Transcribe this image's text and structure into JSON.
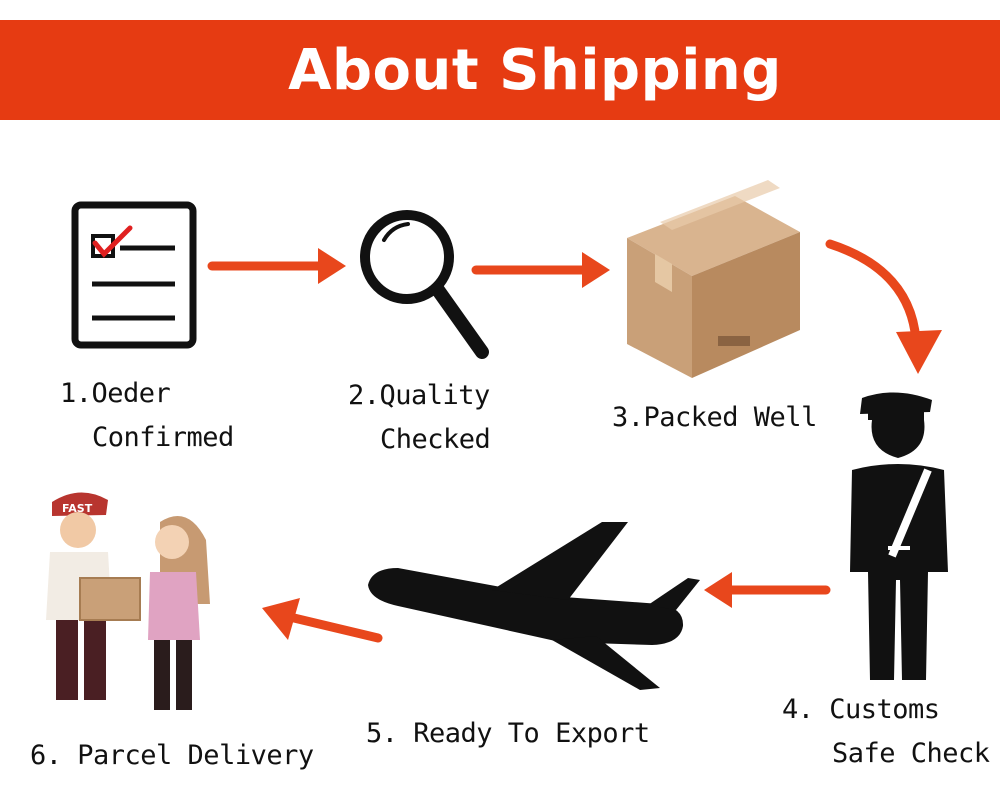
{
  "header": {
    "title": "About Shipping"
  },
  "colors": {
    "banner": "#e63b12",
    "arrow": "#e8471c",
    "icon": "#111111",
    "box": "#c9a078",
    "check": "#e02020"
  },
  "cap_text": "FAST",
  "steps": [
    {
      "line1": "1.Oeder",
      "line2": "Confirmed",
      "icon": "checklist-icon"
    },
    {
      "line1": "2.Quality",
      "line2": "Checked",
      "icon": "magnifier-icon"
    },
    {
      "line1": "3.Packed Well",
      "line2": "",
      "icon": "cardboard-box-icon"
    },
    {
      "line1": "4. Customs",
      "line2": "Safe Check",
      "icon": "customs-officer-icon"
    },
    {
      "line1": "5. Ready To Export",
      "line2": "",
      "icon": "airplane-icon"
    },
    {
      "line1": "6. Parcel Delivery",
      "line2": "",
      "icon": "parcel-delivery-icon"
    }
  ]
}
